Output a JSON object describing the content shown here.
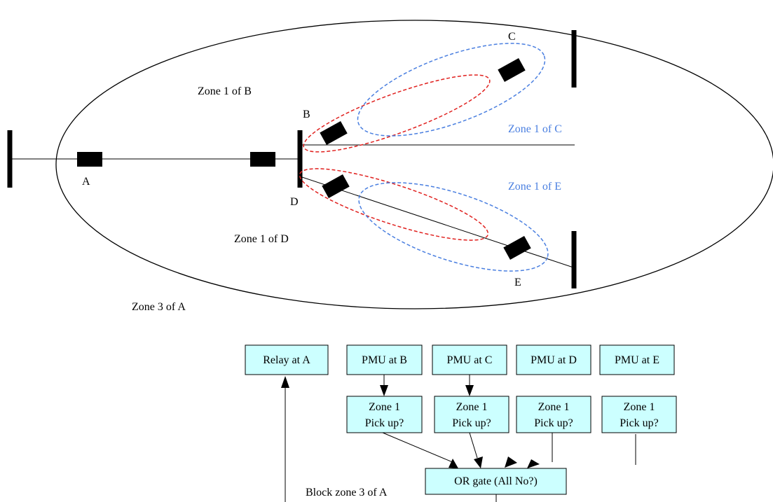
{
  "colors": {
    "line": "#000000",
    "zone_red": "#e0201e",
    "zone_blue": "#4a7fe0",
    "box_fill": "#ccffff"
  },
  "buses": {
    "A": "A",
    "B": "B",
    "C": "C",
    "D": "D",
    "E": "E"
  },
  "zones": {
    "zone1_b": "Zone 1 of B",
    "zone1_c": "Zone 1 of C",
    "zone1_d": "Zone 1 of D",
    "zone1_e": "Zone 1 of E",
    "zone3_a": "Zone 3 of A"
  },
  "logic": {
    "relay_a": "Relay at A",
    "pmu_b": "PMU at B",
    "pmu_c": "PMU at C",
    "pmu_d": "PMU at D",
    "pmu_e": "PMU at E",
    "pickup_line1": "Zone 1",
    "pickup_line2": "Pick up?",
    "or_gate": "OR gate (All No?)",
    "block_label": "Block zone 3 of A"
  }
}
